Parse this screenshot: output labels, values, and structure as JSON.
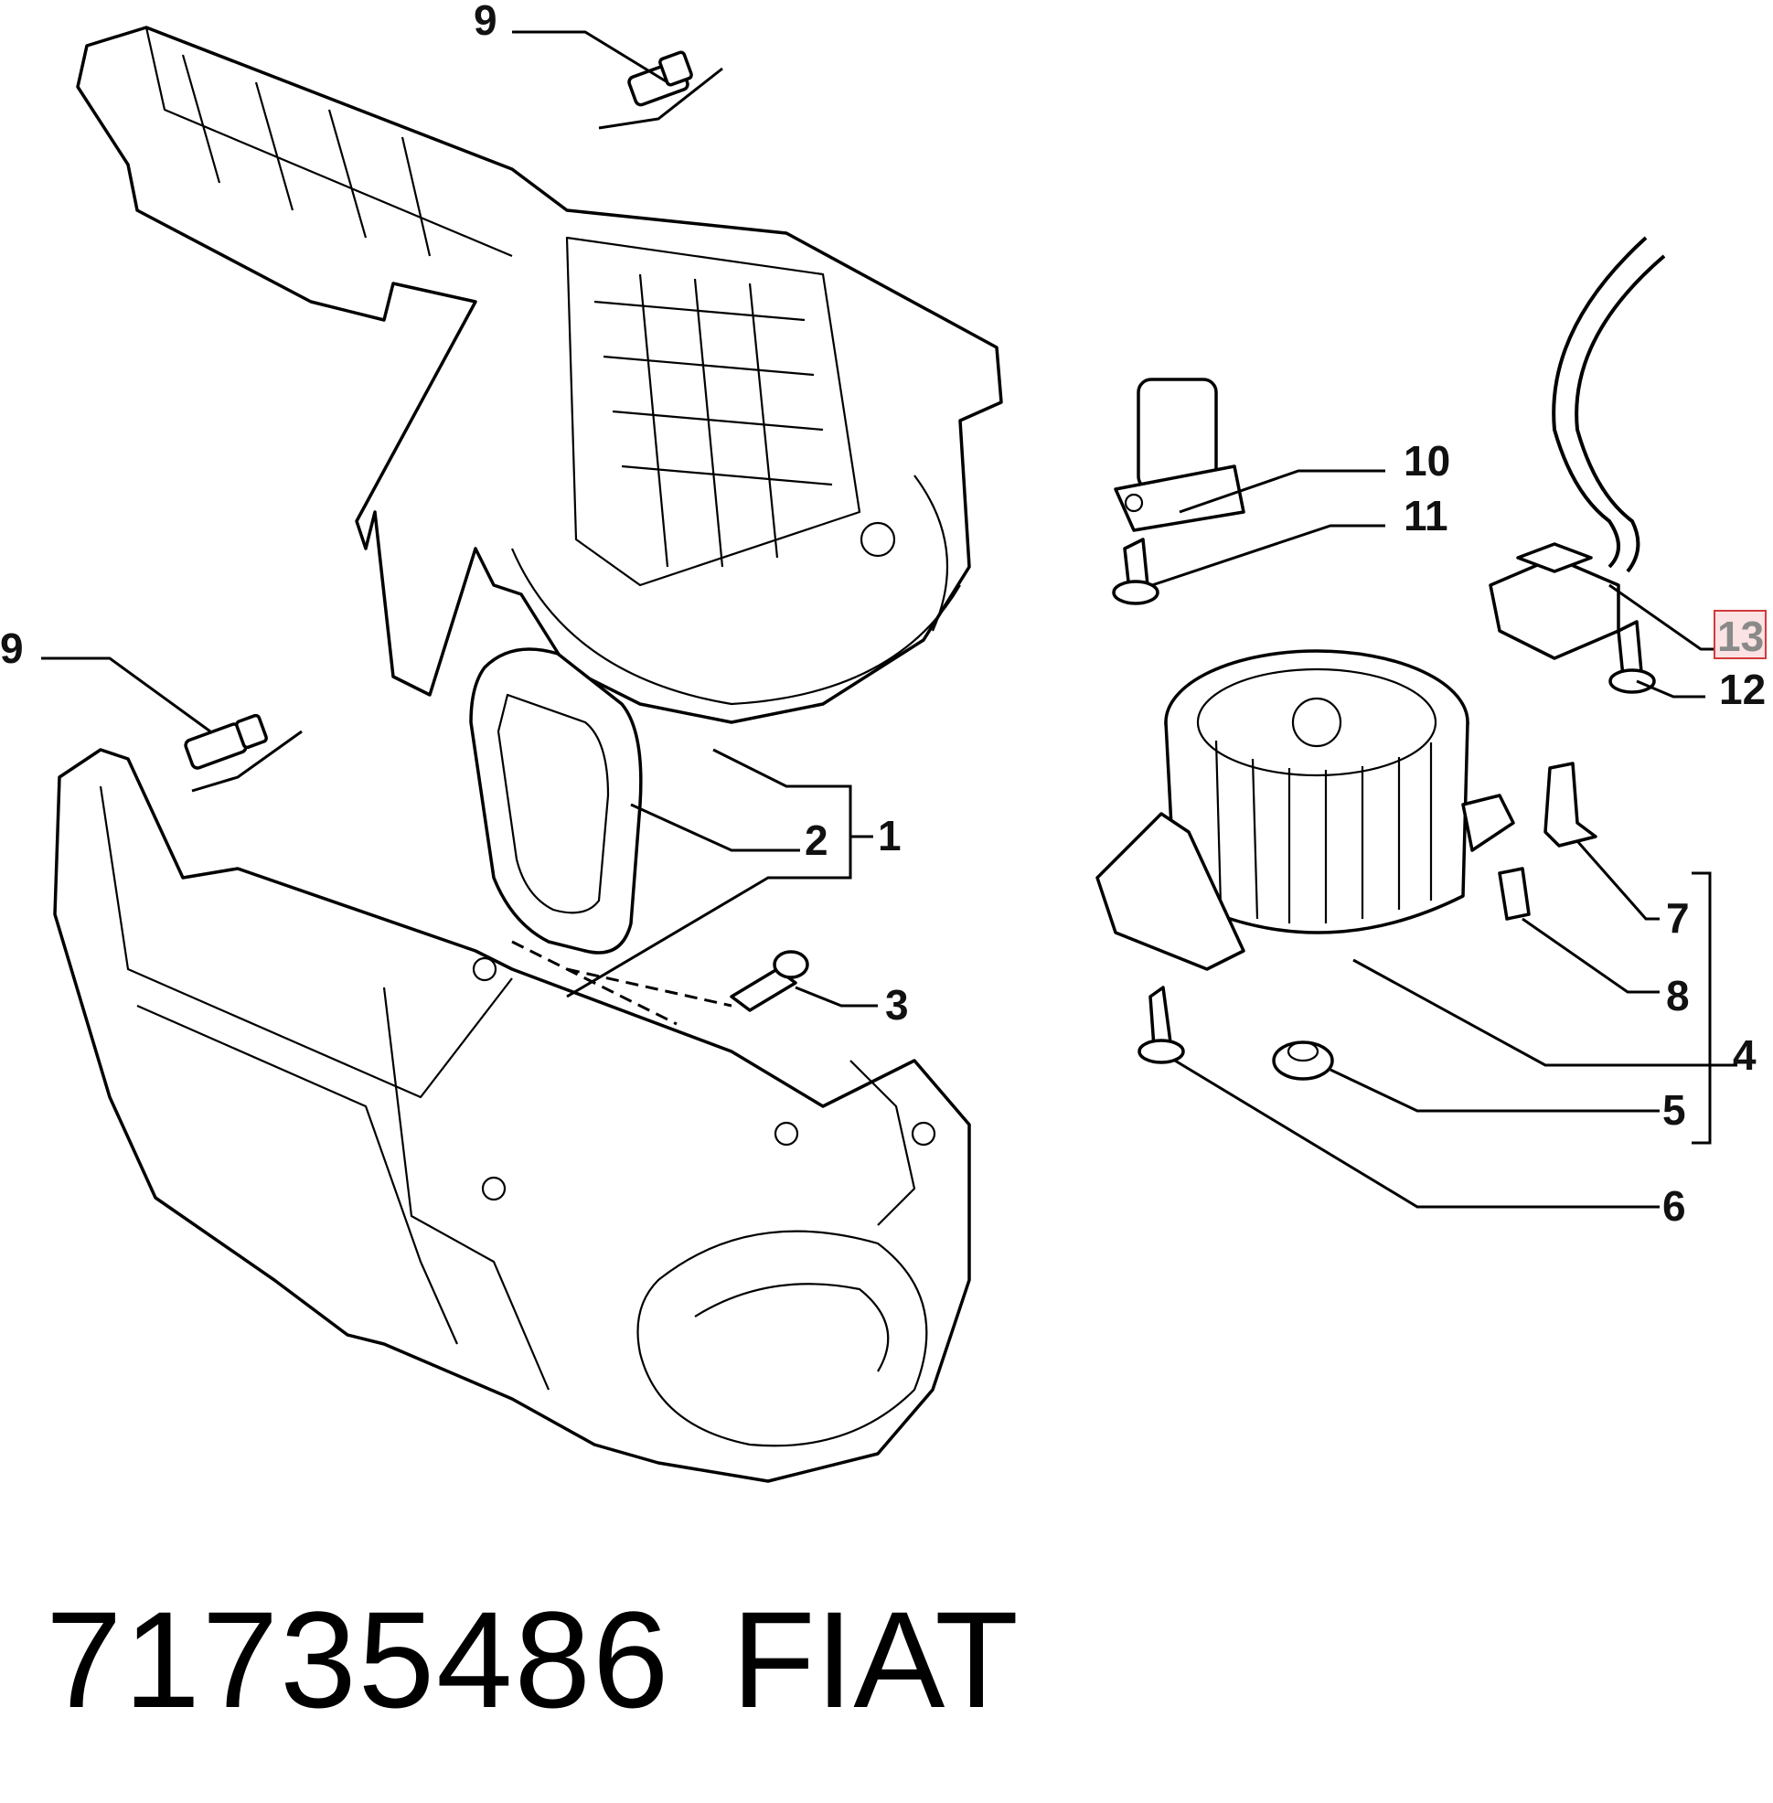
{
  "callouts": {
    "c1": "1",
    "c2": "2",
    "c3": "3",
    "c4": "4",
    "c5": "5",
    "c6": "6",
    "c7": "7",
    "c8": "8",
    "c9_top": "9",
    "c9_left": "9",
    "c10": "10",
    "c11": "11",
    "c12": "12",
    "c13": "13"
  },
  "highlight": {
    "callout": "13",
    "border_color": "#d23a3a",
    "fill_color": "#fbe3e3"
  },
  "footer": {
    "part_number": "71735486",
    "brand": "FIAT"
  }
}
